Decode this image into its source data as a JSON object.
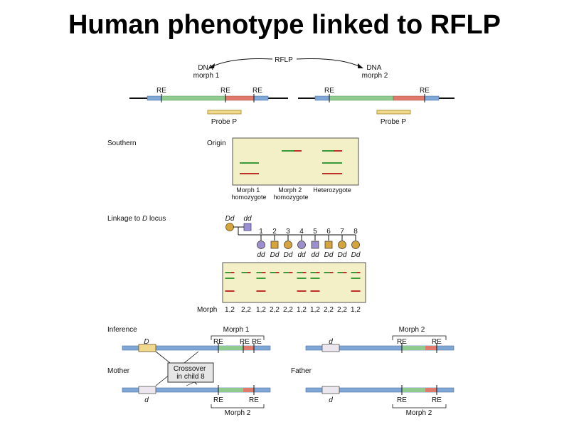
{
  "title": "Human phenotype linked to RFLP",
  "colors": {
    "blue": "#7fa7d6",
    "green": "#8fcb8f",
    "red": "#e07a6c",
    "gel_bg": "#f3efc7",
    "gel_green": "#3a9a3a",
    "gel_red": "#c0302a",
    "female": "#d6a43c",
    "male": "#9b8fcf",
    "gene_D": "#f0d88c",
    "gene_d": "#ece6ee"
  },
  "top": {
    "rflp": "RFLP",
    "dna_morph1": [
      "DNA",
      "morph 1"
    ],
    "dna_morph2": [
      "DNA",
      "morph 2"
    ],
    "re": "RE",
    "probe": "Probe P"
  },
  "southern": {
    "label": "Southern",
    "origin": "Origin",
    "lanes": [
      [
        "Morph 1",
        "homozygote"
      ],
      [
        "Morph 2",
        "homozygote"
      ],
      [
        "Heterozygote"
      ]
    ]
  },
  "linkage": {
    "label_prefix": "Linkage to ",
    "label_italic": "D",
    "label_suffix": " locus",
    "parents": [
      "Dd",
      "dd"
    ],
    "children": [
      {
        "num": "1",
        "sex": "female",
        "genotype": "dd",
        "morph": "1,2"
      },
      {
        "num": "2",
        "sex": "male",
        "genotype": "Dd",
        "morph": "2,2"
      },
      {
        "num": "3",
        "sex": "female",
        "genotype": "Dd",
        "morph": "2,2"
      },
      {
        "num": "4",
        "sex": "female",
        "genotype": "dd",
        "morph": "1,2"
      },
      {
        "num": "5",
        "sex": "male",
        "genotype": "dd",
        "morph": "1,2"
      },
      {
        "num": "6",
        "sex": "male",
        "genotype": "Dd",
        "morph": "2,2"
      },
      {
        "num": "7",
        "sex": "female",
        "genotype": "Dd",
        "morph": "2,2"
      },
      {
        "num": "8",
        "sex": "female",
        "genotype": "Dd",
        "morph": "1,2"
      }
    ],
    "parent_morphs": [
      "1,2",
      "2,2"
    ],
    "morph_label": "Morph"
  },
  "inference": {
    "label": "Inference",
    "mother": "Mother",
    "father": "Father",
    "gene_D": "D",
    "gene_d": "d",
    "re": "RE",
    "morph1": "Morph 1",
    "morph2": "Morph 2",
    "crossover": [
      "Crossover",
      "in child 8"
    ]
  }
}
